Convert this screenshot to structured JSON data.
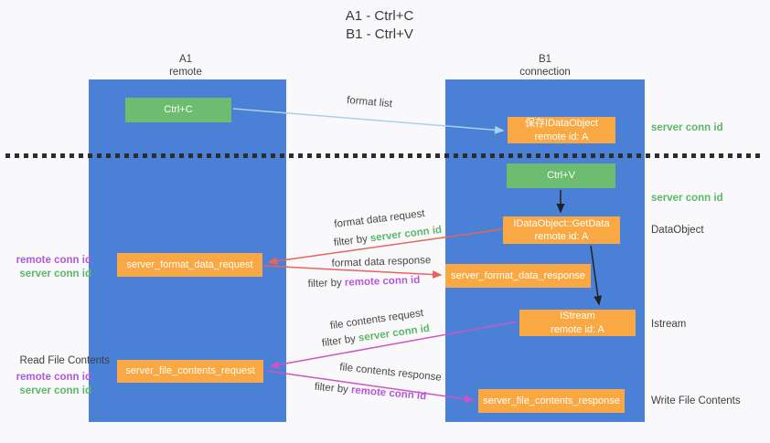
{
  "title": {
    "line1": "A1 - Ctrl+C",
    "line2": "B1 - Ctrl+V"
  },
  "lanes": {
    "a1": {
      "name": "A1",
      "subtitle": "remote"
    },
    "b1": {
      "name": "B1",
      "subtitle": "connection"
    }
  },
  "nodes": {
    "ctrl_c": {
      "label": "Ctrl+C"
    },
    "ctrl_v": {
      "label": "Ctrl+V"
    },
    "save_dataobject": {
      "line1": "保存IDataObject",
      "line2": "remote id: A"
    },
    "getdata": {
      "line1": "IDataObject::GetData",
      "line2": "remote id: A"
    },
    "istream": {
      "line1": "IStream",
      "line2": "remote id: A"
    },
    "format_request": {
      "label": "server_format_data_request"
    },
    "format_response": {
      "label": "server_format_data_response"
    },
    "file_request": {
      "label": "server_file_contents_request"
    },
    "file_response": {
      "label": "server_file_contents_response"
    }
  },
  "edges": {
    "format_list": "format list",
    "format_data_request": "format data request",
    "format_data_response": "format data response",
    "file_contents_request": "file contents request",
    "file_contents_response": "file contents response",
    "filter_by": "filter by "
  },
  "side_labels": {
    "server_conn_id": "server conn id",
    "remote_conn_id": "remote conn id",
    "dataobject": "DataObject",
    "istream": "Istream",
    "read_file_contents": "Read File Contents",
    "write_file_contents": "Write File Contents"
  },
  "colors": {
    "lane_blue": "#4a80d6",
    "box_green": "#6dbd71",
    "box_orange": "#f9a843",
    "arrow_blue": "#a9d0ec",
    "arrow_red": "#e8635a",
    "arrow_magenta": "#cf53c4",
    "arrow_black": "#222222",
    "label_green": "#5cb767",
    "label_purple": "#b259d6"
  }
}
